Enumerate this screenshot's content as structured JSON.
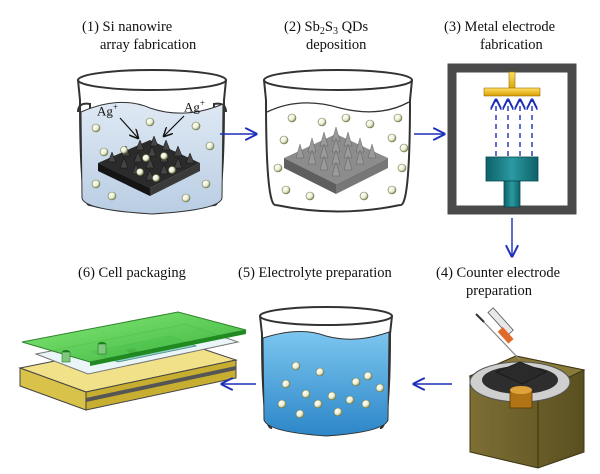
{
  "steps": [
    {
      "number": "(1)",
      "line1": "Si nanowire",
      "line2": "array fabrication",
      "ions": [
        "Ag",
        "Ag"
      ],
      "ion_charge": "+"
    },
    {
      "number": "(2)",
      "sb": "Sb",
      "sb_sub": "2",
      "s": "S",
      "s_sub": "3",
      "qd": "QDs",
      "line2": "deposition"
    },
    {
      "number": "(3)",
      "line1": "Metal electrode",
      "line2": "fabrication"
    },
    {
      "number": "(4)",
      "line1": "Counter electrode",
      "line2": "preparation"
    },
    {
      "number": "(5)",
      "line1": "Electrolyte preparation"
    },
    {
      "number": "(6)",
      "line1": "Cell packaging"
    }
  ],
  "colors": {
    "arrow": "#1c2fb8",
    "beaker_outline": "#333333",
    "liquid_step1": "#c9d9ea",
    "liquid_step5": "#3b9ad6",
    "cabinet": "#4a4a4a",
    "electrode_gold": "#f0c020",
    "pedestal_teal": "#1a7f86",
    "box_olive": "#6b5f2a",
    "glass_green": "#46d046"
  }
}
